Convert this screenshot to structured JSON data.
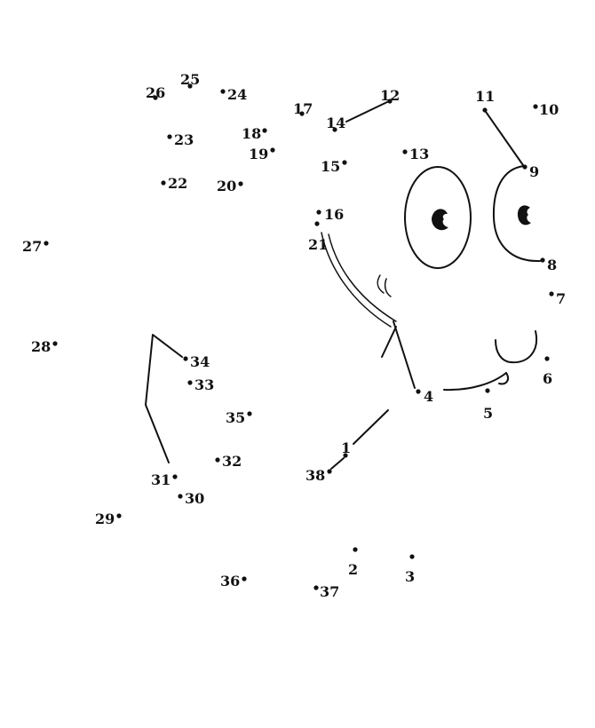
{
  "worksheet": {
    "points": [
      {
        "n": "1"
      },
      {
        "n": "2"
      },
      {
        "n": "3"
      },
      {
        "n": "4"
      },
      {
        "n": "5"
      },
      {
        "n": "6"
      },
      {
        "n": "7"
      },
      {
        "n": "8"
      },
      {
        "n": "9"
      },
      {
        "n": "10"
      },
      {
        "n": "11"
      },
      {
        "n": "12"
      },
      {
        "n": "13"
      },
      {
        "n": "14"
      },
      {
        "n": "15"
      },
      {
        "n": "16"
      },
      {
        "n": "17"
      },
      {
        "n": "18"
      },
      {
        "n": "19"
      },
      {
        "n": "20"
      },
      {
        "n": "21"
      },
      {
        "n": "22"
      },
      {
        "n": "23"
      },
      {
        "n": "24"
      },
      {
        "n": "25"
      },
      {
        "n": "26"
      },
      {
        "n": "27"
      },
      {
        "n": "28"
      },
      {
        "n": "29"
      },
      {
        "n": "30"
      },
      {
        "n": "31"
      },
      {
        "n": "32"
      },
      {
        "n": "33"
      },
      {
        "n": "34"
      },
      {
        "n": "35"
      },
      {
        "n": "36"
      },
      {
        "n": "37"
      },
      {
        "n": "38"
      }
    ],
    "ink_color": "#111111"
  }
}
